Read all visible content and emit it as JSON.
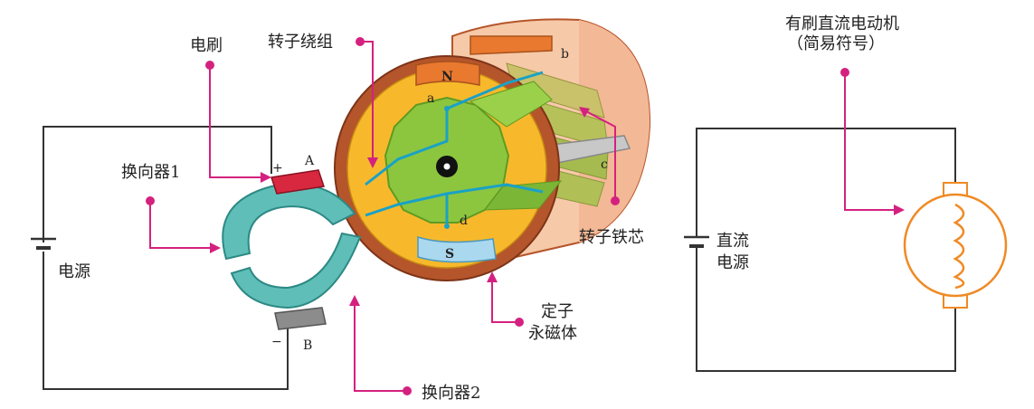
{
  "labels": {
    "brush": "电刷",
    "rotor_winding": "转子绕组",
    "commutator1": "换向器1",
    "commutator2": "换向器2",
    "power_source": "电源",
    "rotor_core": "转子铁芯",
    "stator_magnet_line1": "定子",
    "stator_magnet_line2": "永磁体",
    "dc_source_line1": "直流",
    "dc_source_line2": "电源",
    "symbol_title_line1": "有刷直流电动机",
    "symbol_title_line2": "（简易符号）"
  },
  "markers": {
    "A": "A",
    "B": "B",
    "N": "N",
    "S": "S",
    "a": "a",
    "b": "b",
    "c": "c",
    "d": "d",
    "plus": "+",
    "minus": "−"
  },
  "colors": {
    "pointer": "#d4217f",
    "motor_casing": "#b5552b",
    "casing_light": "#f6c9a8",
    "rotor_green": "#8cc63f",
    "gold_field": "#f7b92b",
    "commutator": "#5fbfb8",
    "magnet_n": "#e8792f",
    "magnet_s": "#a9d8ef",
    "brush_a": "#d7283f",
    "brush_b": "#8c8c8c",
    "winding": "#1aa1c7",
    "symbol_orange": "#f08a24"
  }
}
